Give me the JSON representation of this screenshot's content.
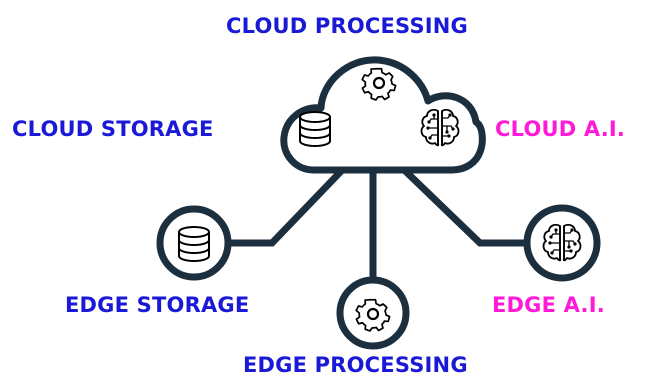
{
  "labels": {
    "cloud_processing": "CLOUD PROCESSING",
    "cloud_storage": "CLOUD STORAGE",
    "cloud_ai": "CLOUD A.I.",
    "edge_storage": "EDGE STORAGE",
    "edge_processing": "EDGE PROCESSING",
    "edge_ai": "EDGE A.I."
  },
  "colors": {
    "processing_storage_label": "#1a1ad6",
    "ai_label": "#ff1ad9",
    "line": "#1c2f3f",
    "background": "#ffffff"
  },
  "icons": {
    "cloud": "cloud-icon",
    "cloud_gear": "gear-icon",
    "cloud_database": "database-icon",
    "cloud_brain": "brain-circuit-icon",
    "edge_database": "database-icon",
    "edge_gear": "gear-icon",
    "edge_brain": "brain-circuit-icon"
  }
}
